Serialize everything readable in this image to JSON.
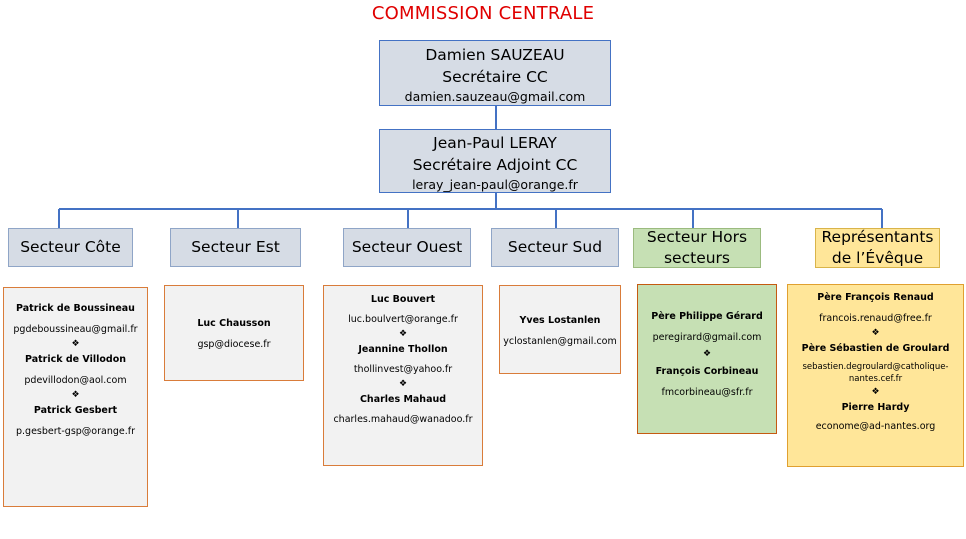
{
  "title": "COMMISSION CENTRALE",
  "secretary": {
    "name": "Damien SAUZEAU",
    "role": "Secrétaire CC",
    "email": "damien.sauzeau@gmail.com"
  },
  "deputy": {
    "name": "Jean-Paul LERAY",
    "role": "Secrétaire Adjoint CC",
    "email": "leray_jean-paul@orange.fr"
  },
  "separator_glyph": "❖",
  "sectors": [
    {
      "label": "Secteur Côte",
      "color": "#d6dce5",
      "members": [
        {
          "name": "Patrick de Boussineau",
          "email": "pgdeboussineau@gmail.fr"
        },
        {
          "name": "Patrick de Villodon",
          "email": "pdevillodon@aol.com"
        },
        {
          "name": "Patrick Gesbert",
          "email": "p.gesbert-gsp@orange.fr"
        }
      ]
    },
    {
      "label": "Secteur Est",
      "color": "#d6dce5",
      "members": [
        {
          "name": "Luc Chausson",
          "email": "gsp@diocese.fr"
        }
      ]
    },
    {
      "label": "Secteur Ouest",
      "color": "#d6dce5",
      "members": [
        {
          "name": "Luc Bouvert",
          "email": "luc.boulvert@orange.fr"
        },
        {
          "name": "Jeannine Thollon",
          "email": "thollinvest@yahoo.fr"
        },
        {
          "name": "Charles Mahaud",
          "email": "charles.mahaud@wanadoo.fr"
        }
      ]
    },
    {
      "label": "Secteur Sud",
      "color": "#d6dce5",
      "members": [
        {
          "name": "Yves Lostanlen",
          "email": "yclostanlen@gmail.com"
        }
      ]
    },
    {
      "label": "Secteur Hors secteurs",
      "line1": "Secteur Hors",
      "line2": "secteurs",
      "color": "#c6e0b4",
      "members": [
        {
          "name": "Père Philippe Gérard",
          "email": "peregirard@gmail.com"
        },
        {
          "name": "François Corbineau",
          "email": "fmcorbineau@sfr.fr"
        }
      ]
    },
    {
      "label": "Représentants de l’Évêque",
      "line1": "Représentants",
      "line2": "de l’Évêque",
      "color": "#ffe699",
      "members": [
        {
          "name": "Père François Renaud",
          "email": "francois.renaud@free.fr"
        },
        {
          "name": "Père Sébastien de Groulard",
          "email": "sebastien.degroulard@catholique-nantes.cef.fr",
          "email1": "sebastien.degroulard@catholique-",
          "email2": "nantes.cef.fr"
        },
        {
          "name": "Pierre Hardy",
          "email": "econome@ad-nantes.org"
        }
      ]
    }
  ]
}
